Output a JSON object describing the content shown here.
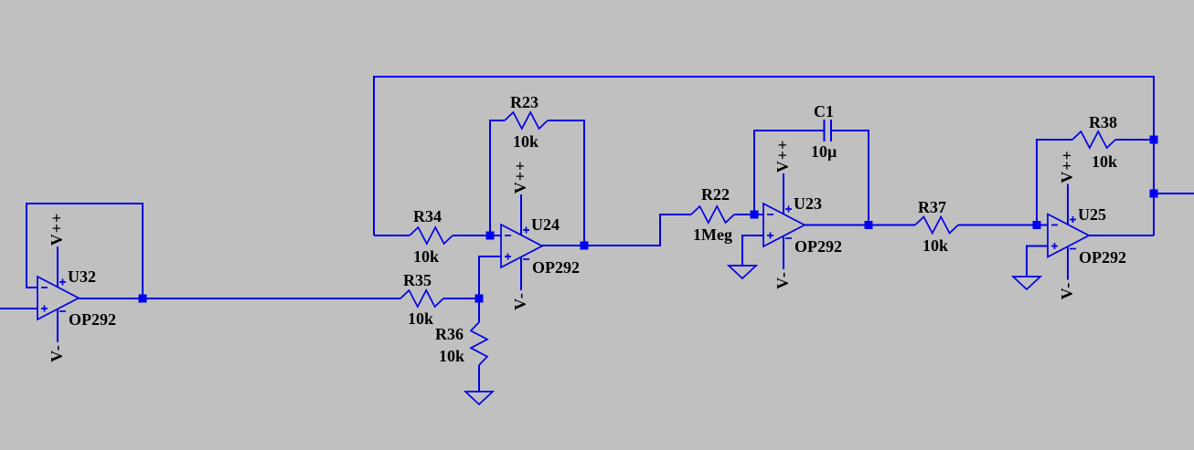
{
  "canvas": {
    "background_color": "#c0c0c0",
    "wire_color": "#0000e6",
    "junction_color": "#0000f0",
    "text_color": "#000000"
  },
  "schematic": {
    "opamps": [
      {
        "ref": "U32",
        "part": "OP292",
        "v_positive": "V++",
        "v_negative": "V-"
      },
      {
        "ref": "U24",
        "part": "OP292",
        "v_positive": "V++",
        "v_negative": "V-"
      },
      {
        "ref": "U23",
        "part": "OP292",
        "v_positive": "V++",
        "v_negative": "V-"
      },
      {
        "ref": "U25",
        "part": "OP292",
        "v_positive": "V++",
        "v_negative": "V-"
      }
    ],
    "resistors": [
      {
        "ref": "R34",
        "value": "10k"
      },
      {
        "ref": "R35",
        "value": "10k"
      },
      {
        "ref": "R36",
        "value": "10k"
      },
      {
        "ref": "R23",
        "value": "10k"
      },
      {
        "ref": "R22",
        "value": "1Meg"
      },
      {
        "ref": "R37",
        "value": "10k"
      },
      {
        "ref": "R38",
        "value": "10k"
      }
    ],
    "capacitors": [
      {
        "ref": "C1",
        "value": "10µ"
      }
    ]
  }
}
